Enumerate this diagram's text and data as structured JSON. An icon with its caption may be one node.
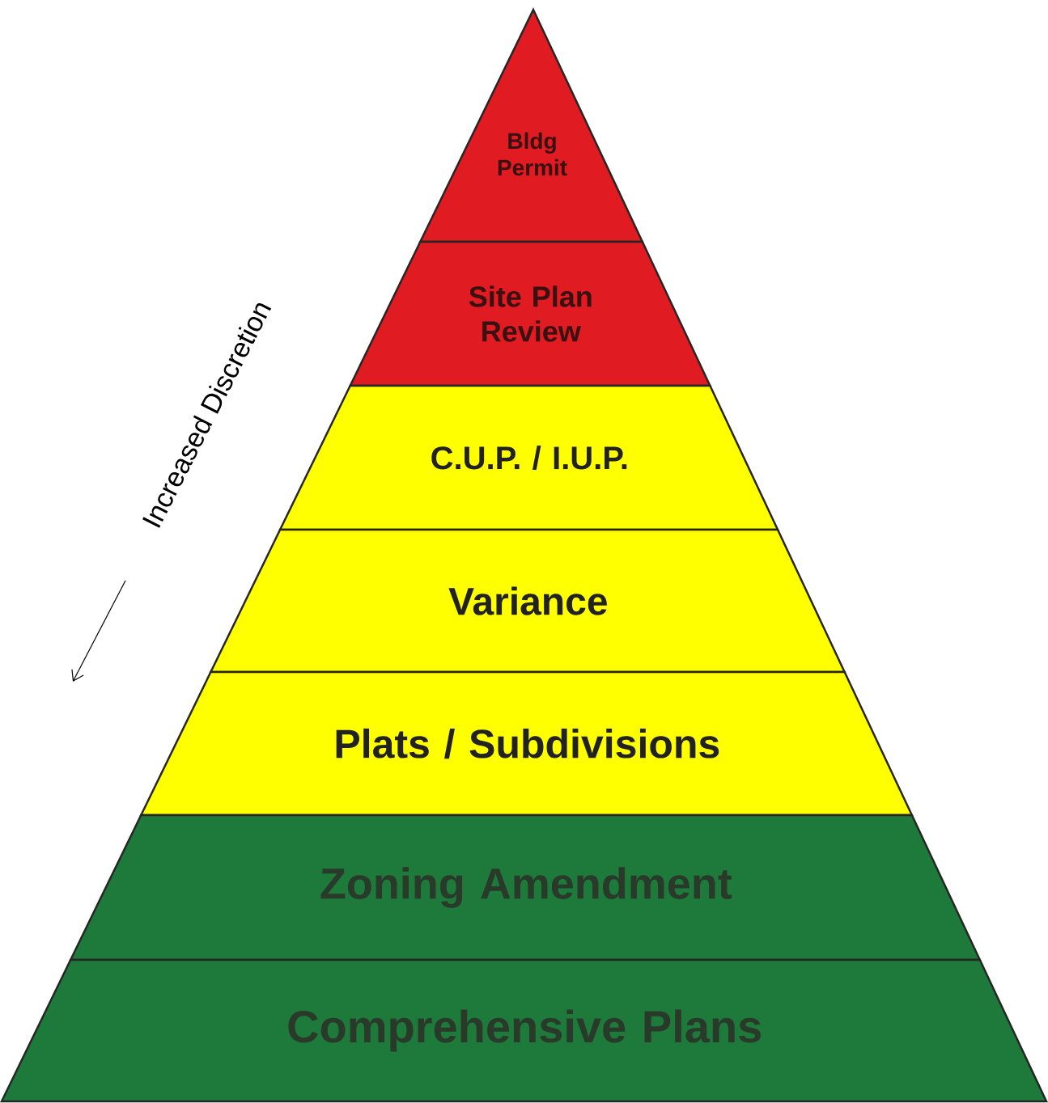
{
  "diagram": {
    "nodes": [
      {
        "text": [
          "Bldg Permit"
        ]
      },
      {
        "text": [
          "Site Plan Review"
        ]
      },
      {
        "text": [
          "C.U.P. / I.U.P."
        ]
      },
      {
        "text": [
          "Variance"
        ]
      },
      {
        "text": [
          "Plats / Subdivisions"
        ]
      },
      {
        "text": [
          "Zoning Amendment"
        ]
      },
      {
        "text": [
          "Comprehensive Plans"
        ]
      }
    ],
    "edges": [],
    "labels": [
      "Increased Discretion"
    ]
  }
}
